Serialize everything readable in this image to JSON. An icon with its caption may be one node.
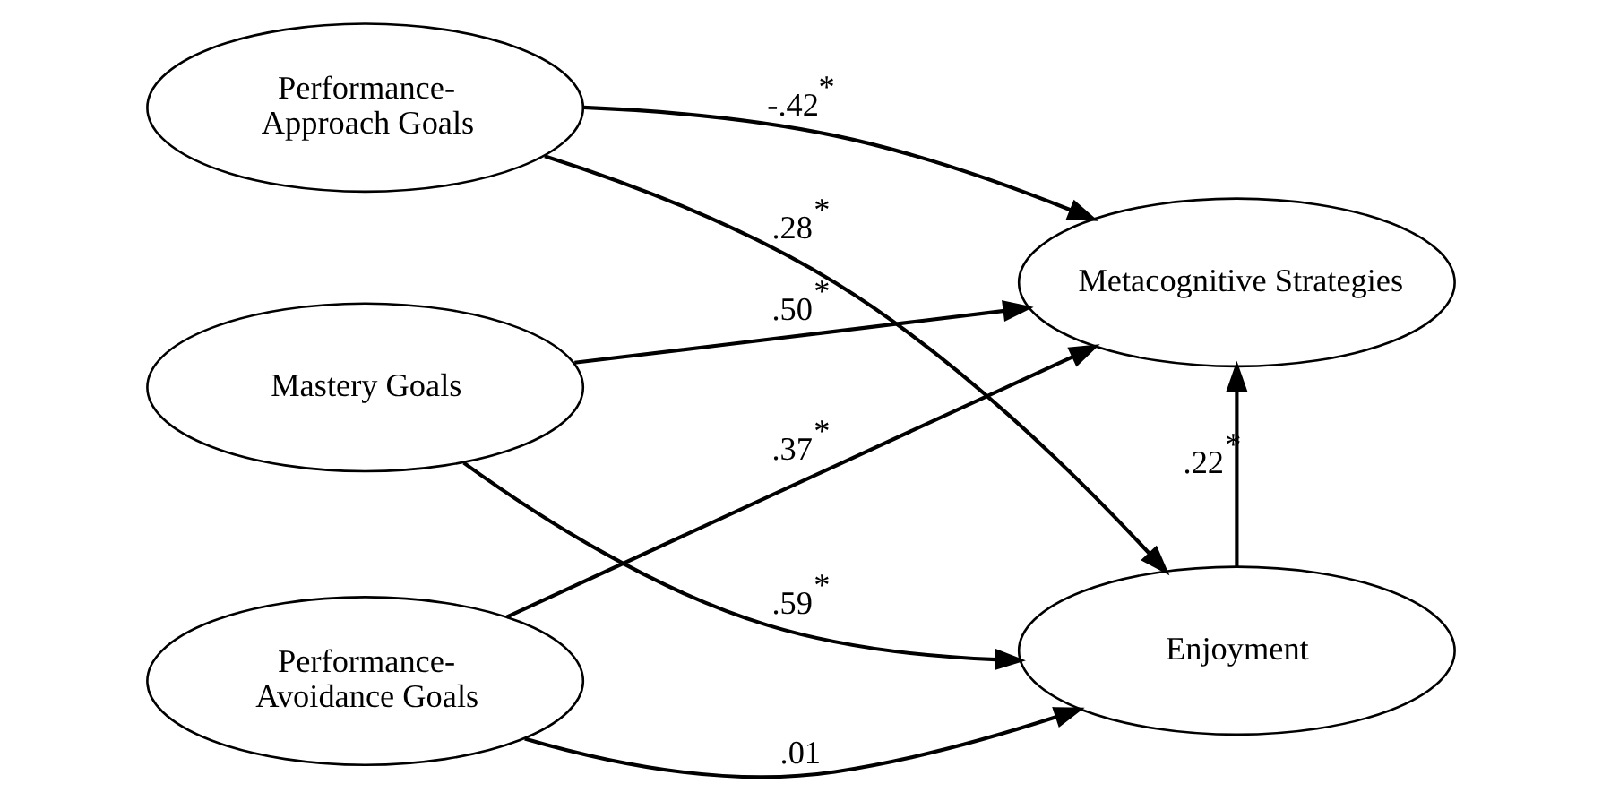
{
  "diagram": {
    "nodes": [
      {
        "text": [
          "Mastery Goals"
        ]
      },
      {
        "text": [
          "Performance- Approach Goals"
        ]
      },
      {
        "text": [
          "Performance- Avoidance Goals"
        ]
      },
      {
        "text": [
          "Metacognitive Strategies"
        ]
      },
      {
        "text": [
          "Enjoyment"
        ]
      }
    ],
    "edges": [
      {
        "from": 0,
        "to": 3,
        "arrow": "to",
        "label": ".50$^{*}$"
      },
      {
        "from": 0,
        "to": 4,
        "arrow": "to",
        "label": ".59$^{*}$"
      },
      {
        "from": 1,
        "to": 3,
        "arrow": "to",
        "label": "-.42$^{*}$"
      },
      {
        "from": 1,
        "to": 4,
        "arrow": "to",
        "label": ".28$^{*}$"
      },
      {
        "from": 2,
        "to": 3,
        "arrow": "to",
        "label": ".37$^{*}$"
      },
      {
        "from": 2,
        "to": 4,
        "arrow": "to",
        "label": ".01"
      },
      {
        "from": 4,
        "to": 3,
        "arrow": "to",
        "label": ".22$^{*}$"
      }
    ]
  }
}
